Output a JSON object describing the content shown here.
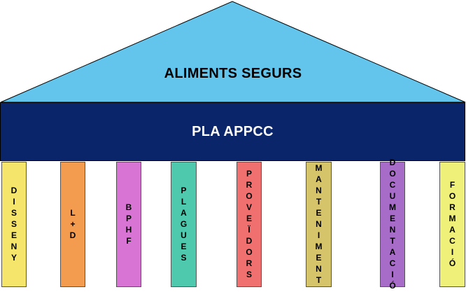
{
  "roof": {
    "label": "ALIMENTS SEGURS",
    "color": "#63c5ec"
  },
  "beam": {
    "label": "PLA APPCC",
    "color": "#0a2569"
  },
  "pillars": [
    {
      "label": "DISSENY",
      "color": "#f5e66b"
    },
    {
      "label": "L+D",
      "color": "#f39c50"
    },
    {
      "label": "BPHF",
      "color": "#d874d3"
    },
    {
      "label": "PLAGUES",
      "color": "#4fc9ae"
    },
    {
      "label": "PROVEÏDORS",
      "color": "#f07070"
    },
    {
      "label": "MANTENIMENT",
      "color": "#d6c46a"
    },
    {
      "label": "DOCUMENTACIÓ",
      "color": "#a76cc8"
    },
    {
      "label": "FORMACIÓ",
      "color": "#eef07a"
    }
  ]
}
